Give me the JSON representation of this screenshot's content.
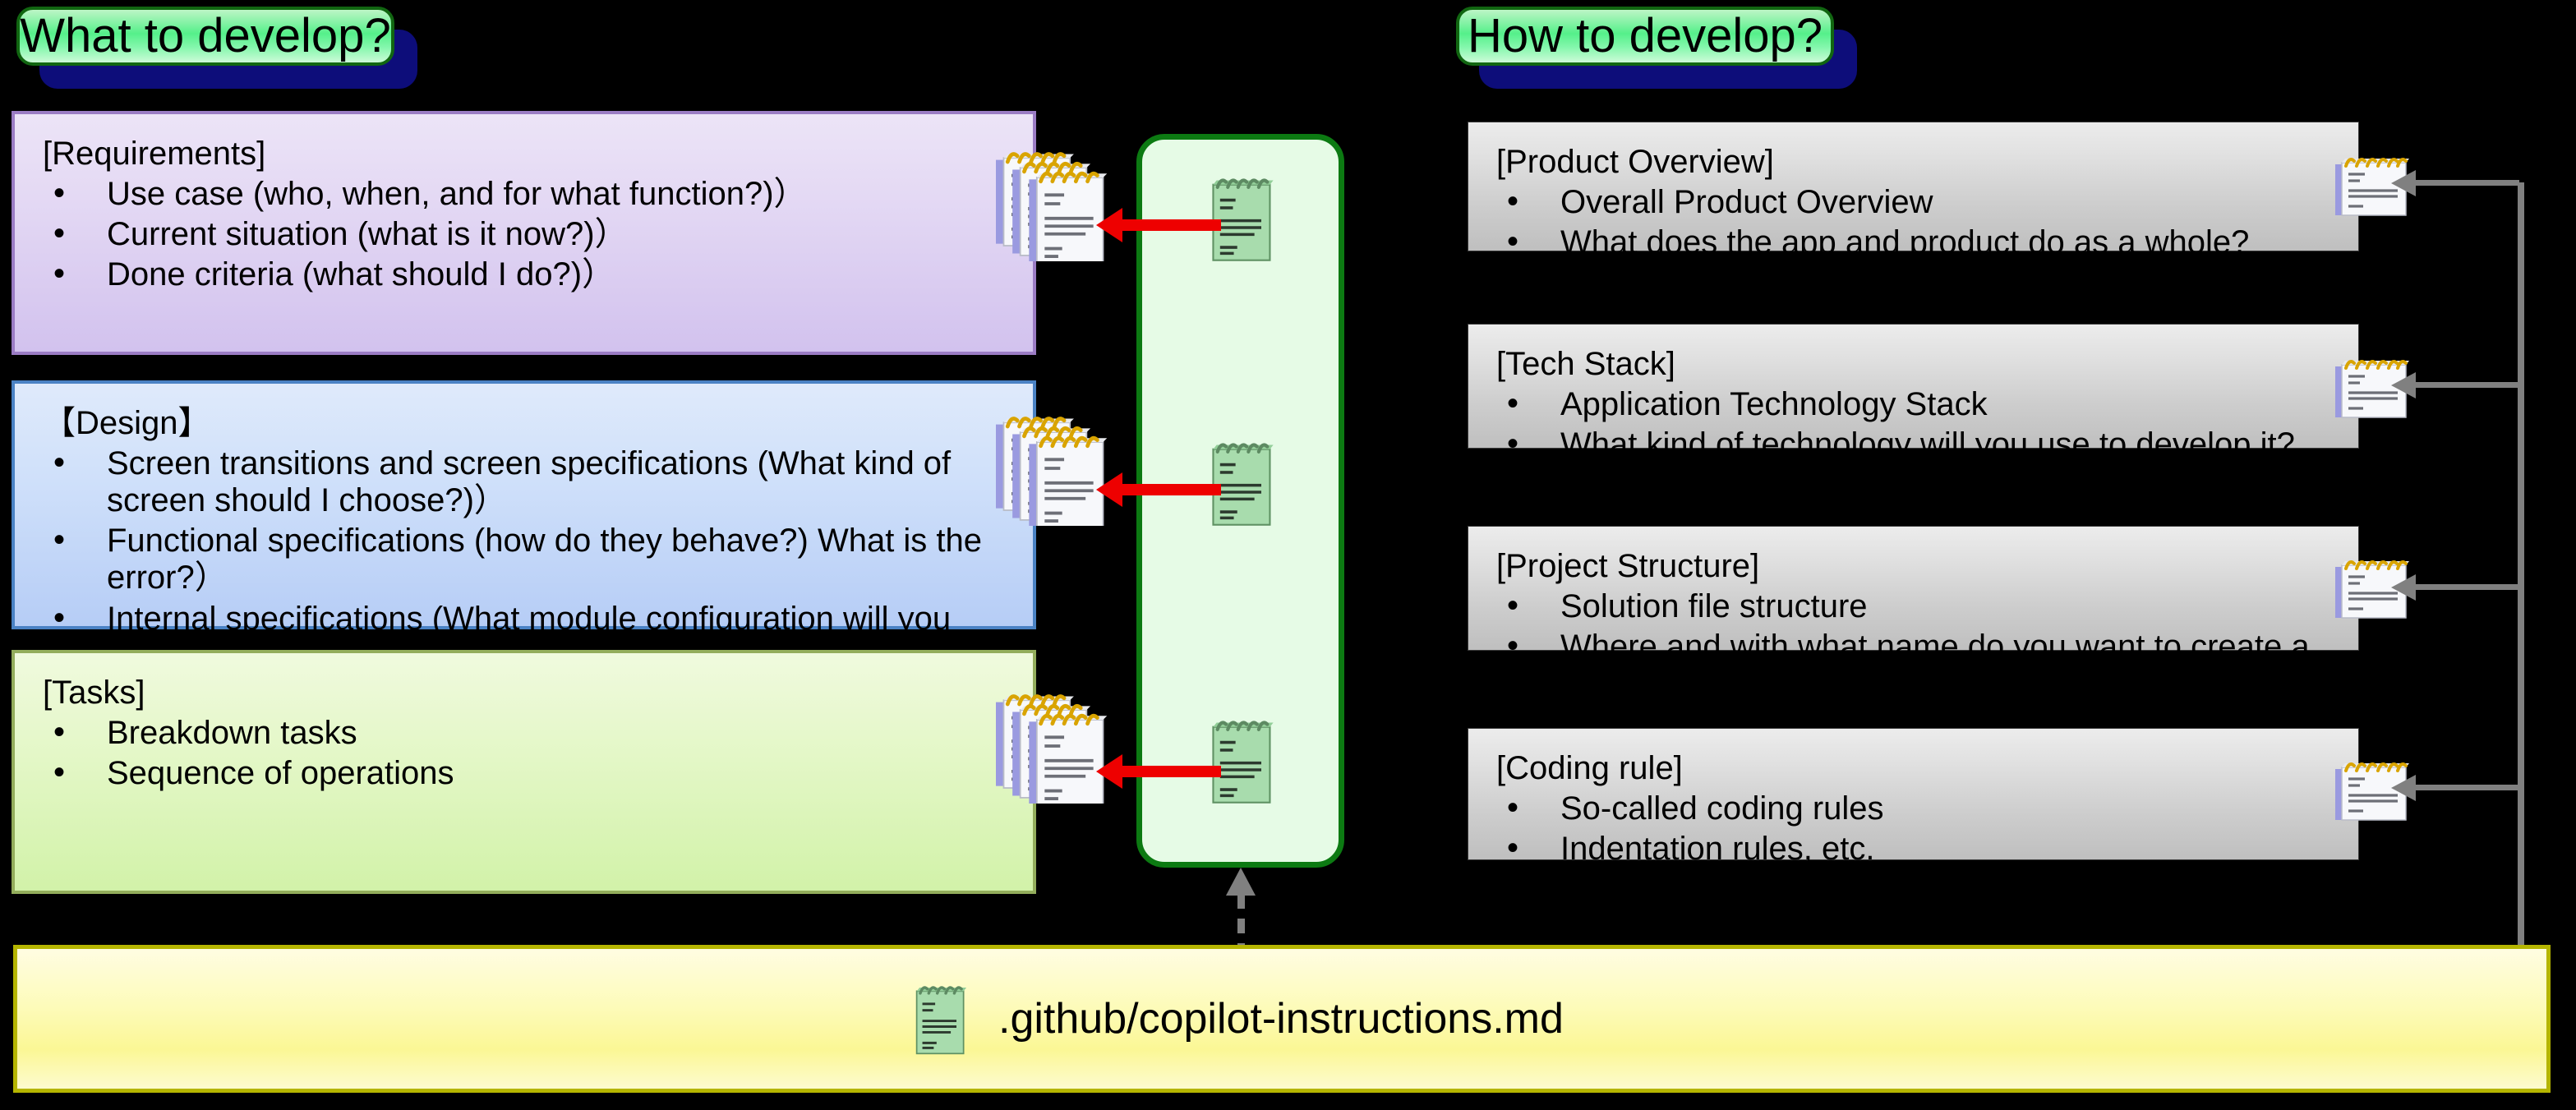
{
  "headers": {
    "left": "What to develop?",
    "right": "How to develop?"
  },
  "left_column": [
    {
      "title": "[Requirements]",
      "items": [
        "Use case (who, when, and for what function?)）",
        "Current situation (what is it now?)）",
        "Done criteria (what should I do?)）"
      ]
    },
    {
      "title": "【Design】",
      "items": [
        "Screen transitions and screen specifications (What kind of screen should I choose?)）",
        "Functional specifications (how do they behave?) What is the error?）",
        "Internal specifications (What module configuration will you make?)）"
      ]
    },
    {
      "title": "[Tasks]",
      "items": [
        "Breakdown tasks",
        "Sequence of operations"
      ]
    }
  ],
  "right_column": [
    {
      "title": "[Product Overview]",
      "items": [
        "Overall Product Overview",
        "What does the app and product do as a whole?"
      ]
    },
    {
      "title": "[Tech Stack]",
      "items": [
        "Application Technology Stack",
        "What kind of technology will you use to develop it?"
      ]
    },
    {
      "title": "[Project Structure]",
      "items": [
        "Solution file structure",
        "Where and with what name do you want to create a file?"
      ]
    },
    {
      "title": "[Coding rule]",
      "items": [
        "So-called coding rules",
        "Indentation rules, etc."
      ]
    }
  ],
  "footer": {
    "file_name": ".github/copilot-instructions.md",
    "icon": "notepad-green-icon"
  },
  "center_panel": {
    "icon": "notepad-green-icon",
    "count": 3
  },
  "icons": {
    "stack": "notepad-stack-icon",
    "single_white": "notepad-white-icon",
    "single_green": "notepad-green-icon"
  },
  "colors": {
    "header_pill_green": "#55f08a",
    "header_pill_shadow": "#0d0d7a",
    "requirements_fill": "#d2c2ee",
    "design_fill": "#b6cdf6",
    "tasks_fill": "#d2f2a9",
    "gray_box_fill": "#cdcdcd",
    "center_panel_fill": "#e6fbe6",
    "center_panel_border": "#0c7a12",
    "footer_fill": "#fbf795",
    "footer_border": "#b5b500",
    "red_arrow": "#ee0000",
    "gray_arrow": "#808080",
    "background": "#000000"
  }
}
